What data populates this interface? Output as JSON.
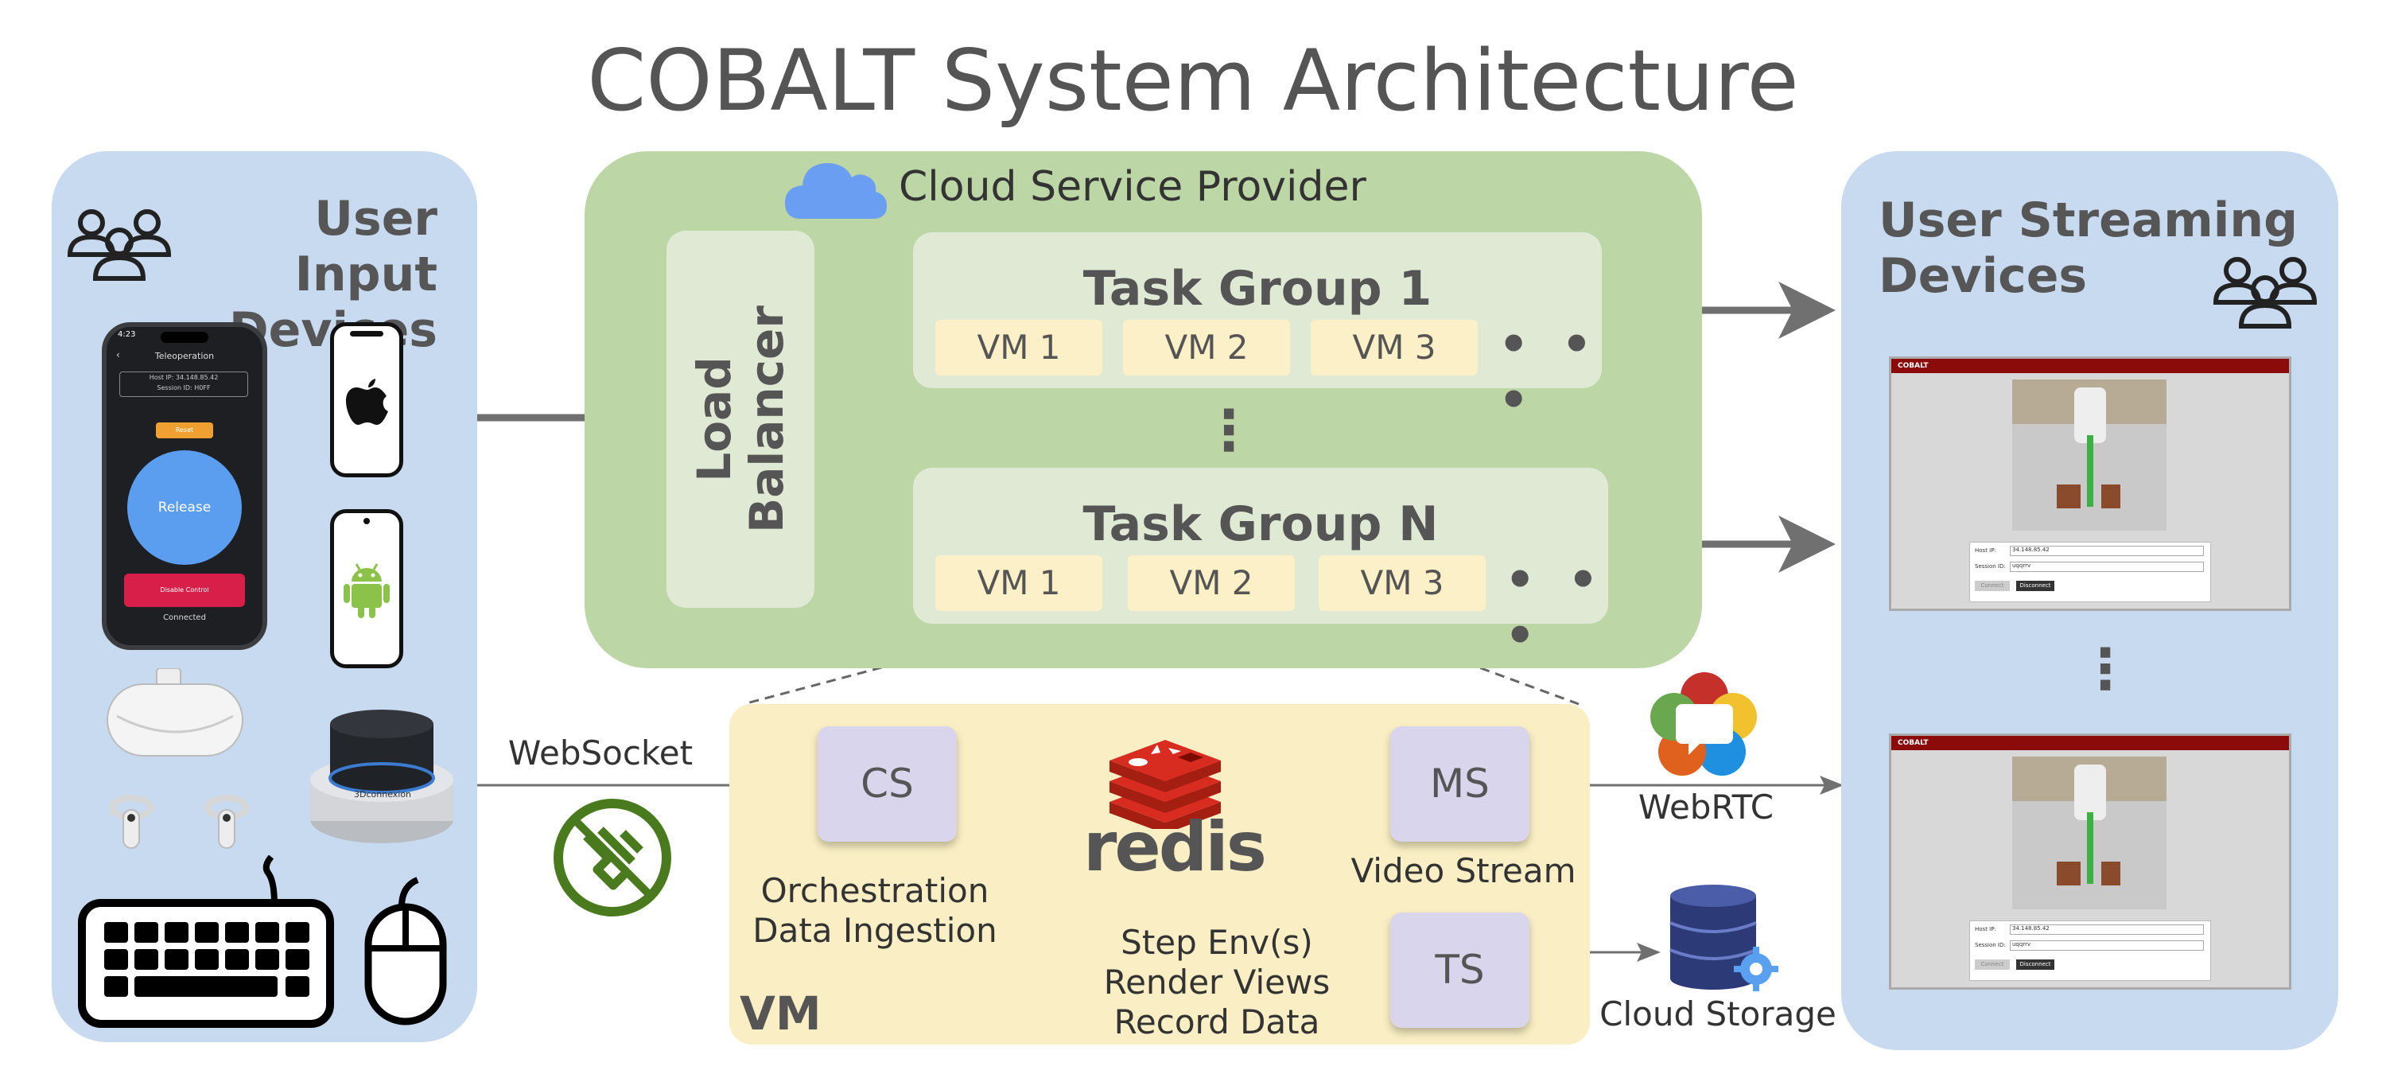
{
  "title": "COBALT System Architecture",
  "user_input": {
    "heading_line1": "User Input",
    "heading_line2": "Devices",
    "phone_app": {
      "time": "4:23",
      "header": "Teleoperation",
      "host_line": "Host IP: 34.148.85.42",
      "session_line": "Session ID: H0FF",
      "button_small": "Reset",
      "release": "Release",
      "disable": "Disable Control",
      "status": "Connected"
    },
    "spacemouse_brand": "3Dconnexion"
  },
  "cloud": {
    "label": "Cloud Service Provider",
    "load_balancer_line1": "Load",
    "load_balancer_line2": "Balancer",
    "task_group_1": {
      "title": "Task Group 1",
      "vms": [
        "VM 1",
        "VM 2",
        "VM 3"
      ],
      "more": "• • •"
    },
    "task_group_n": {
      "title": "Task Group N",
      "vms": [
        "VM 1",
        "VM 2",
        "VM 3"
      ],
      "more": "• • •"
    },
    "vertical_dots": "⋮"
  },
  "vm_detail": {
    "label": "VM",
    "cs": "CS",
    "cs_caption_line1": "Orchestration",
    "cs_caption_line2": "Data Ingestion",
    "redis": "redis",
    "redis_caption_line1": "Step Env(s)",
    "redis_caption_line2": "Render Views",
    "redis_caption_line3": "Record Data",
    "ms": "MS",
    "ms_caption": "Video Stream",
    "ts": "TS"
  },
  "connections": {
    "websocket": "WebSocket",
    "webrtc": "WebRTC",
    "cloud_storage": "Cloud Storage"
  },
  "user_streaming": {
    "heading_line1": "User Streaming",
    "heading_line2": "Devices",
    "screen_brand": "COBALT",
    "host_label": "Host IP:",
    "host_value": "34.148.85.42",
    "session_label": "Session ID:",
    "session_value": "uqqrrv",
    "btn_connect": "Connect",
    "btn_disconnect": "Disconnect",
    "vertical_dots": "⋮"
  },
  "colors": {
    "blue_panel": "#c8daf0",
    "green_panel": "#bcd6a6",
    "yellow_panel": "#faefc4",
    "service_box": "#d9d5ec",
    "redis_red": "#c6302b",
    "header_red": "#8b0a0a"
  },
  "icons": [
    "users-group-icon",
    "apple-logo-icon",
    "android-logo-icon",
    "cloud-icon",
    "websocket-icon",
    "webrtc-icon",
    "database-gear-icon",
    "keyboard-icon",
    "mouse-icon",
    "vr-headset-icon",
    "spacemouse-icon",
    "redis-logo-icon"
  ]
}
